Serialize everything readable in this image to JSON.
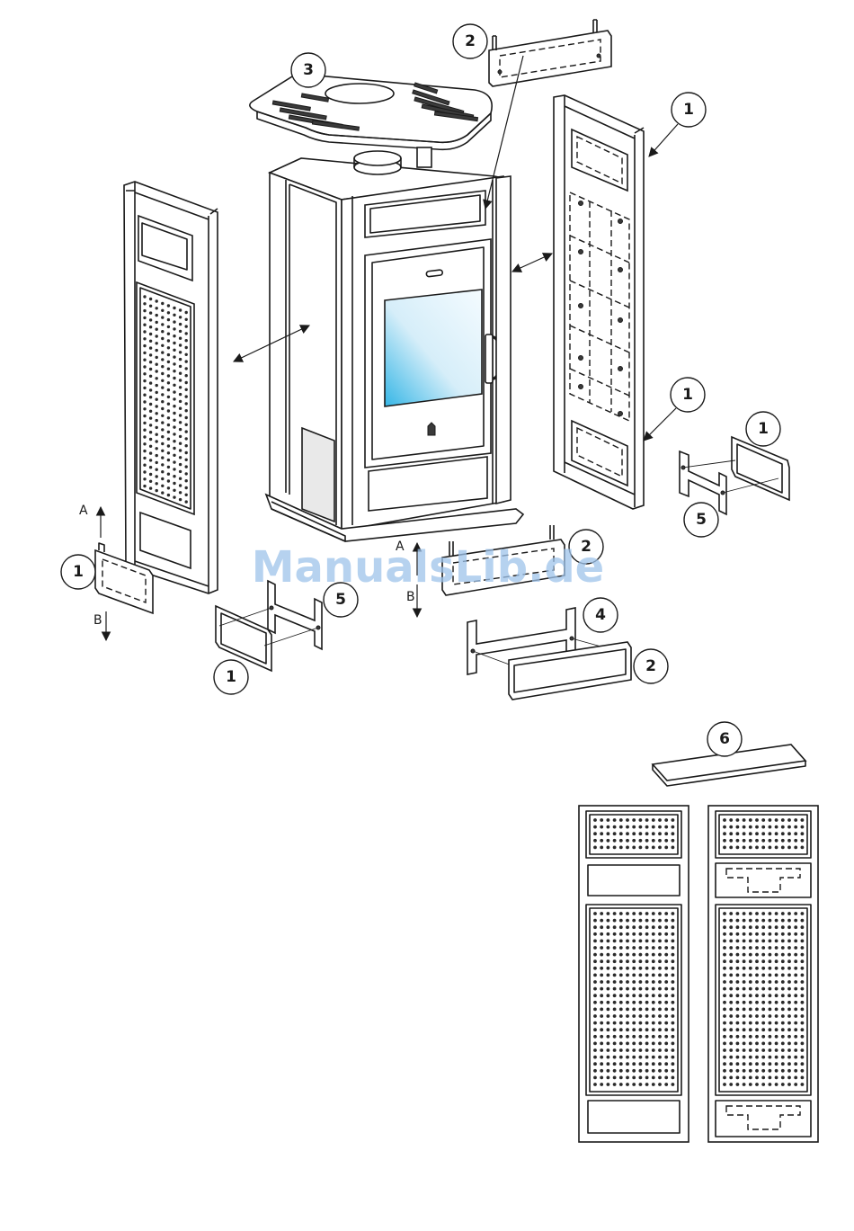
{
  "watermark": "ManualsLib.de",
  "direction_labels": {
    "up": "A",
    "down": "B"
  },
  "callouts": [
    {
      "id": "top-plate",
      "num": "3"
    },
    {
      "id": "top-rear-small-panel",
      "num": "2"
    },
    {
      "id": "right-side-panel-upper",
      "num": "1"
    },
    {
      "id": "right-side-panel-lower",
      "num": "1"
    },
    {
      "id": "right-small-panel",
      "num": "1"
    },
    {
      "id": "right-bracket",
      "num": "5"
    },
    {
      "id": "left-small-panel",
      "num": "1"
    },
    {
      "id": "front-lower-panel",
      "num": "2"
    },
    {
      "id": "center-bracket",
      "num": "5"
    },
    {
      "id": "center-small-panel",
      "num": "1"
    },
    {
      "id": "front-bracket",
      "num": "4"
    },
    {
      "id": "front-plate",
      "num": "2"
    },
    {
      "id": "shelf",
      "num": "6"
    }
  ],
  "colors": {
    "line": "#1a1a1a",
    "glass_light": "#f4fbff",
    "glass_blue": "#35b6e6",
    "watermark": "#9ec3ea"
  },
  "icons": [
    "flame-logo-icon",
    "door-handle-icon",
    "arrow-icon"
  ]
}
